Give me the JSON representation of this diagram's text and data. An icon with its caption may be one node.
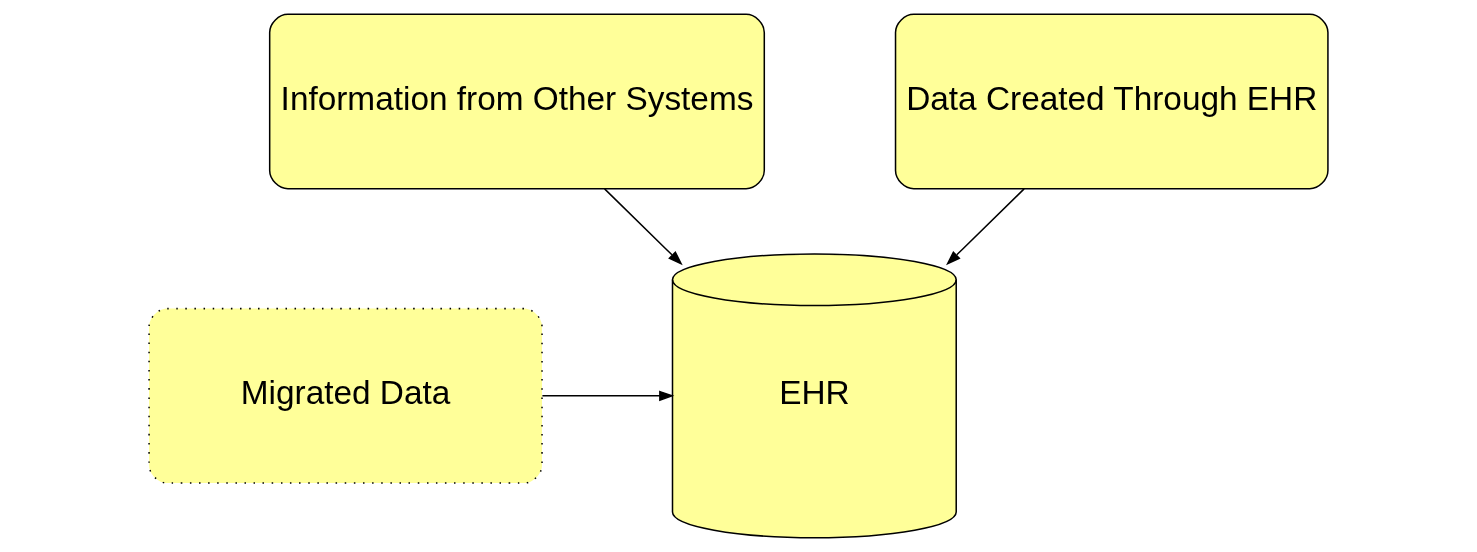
{
  "diagram": {
    "nodes": [
      {
        "text": [
          "Information from Other Systems"
        ]
      },
      {
        "text": [
          "Data Created Through EHR"
        ]
      },
      {
        "text": [
          "Migrated Data"
        ]
      },
      {
        "text": [
          "EHR"
        ]
      }
    ],
    "edges": [
      {
        "from": 0,
        "to": 3,
        "arrow": "to"
      },
      {
        "from": 1,
        "to": 3,
        "arrow": "to"
      },
      {
        "from": 2,
        "to": 3,
        "arrow": "to"
      }
    ]
  }
}
